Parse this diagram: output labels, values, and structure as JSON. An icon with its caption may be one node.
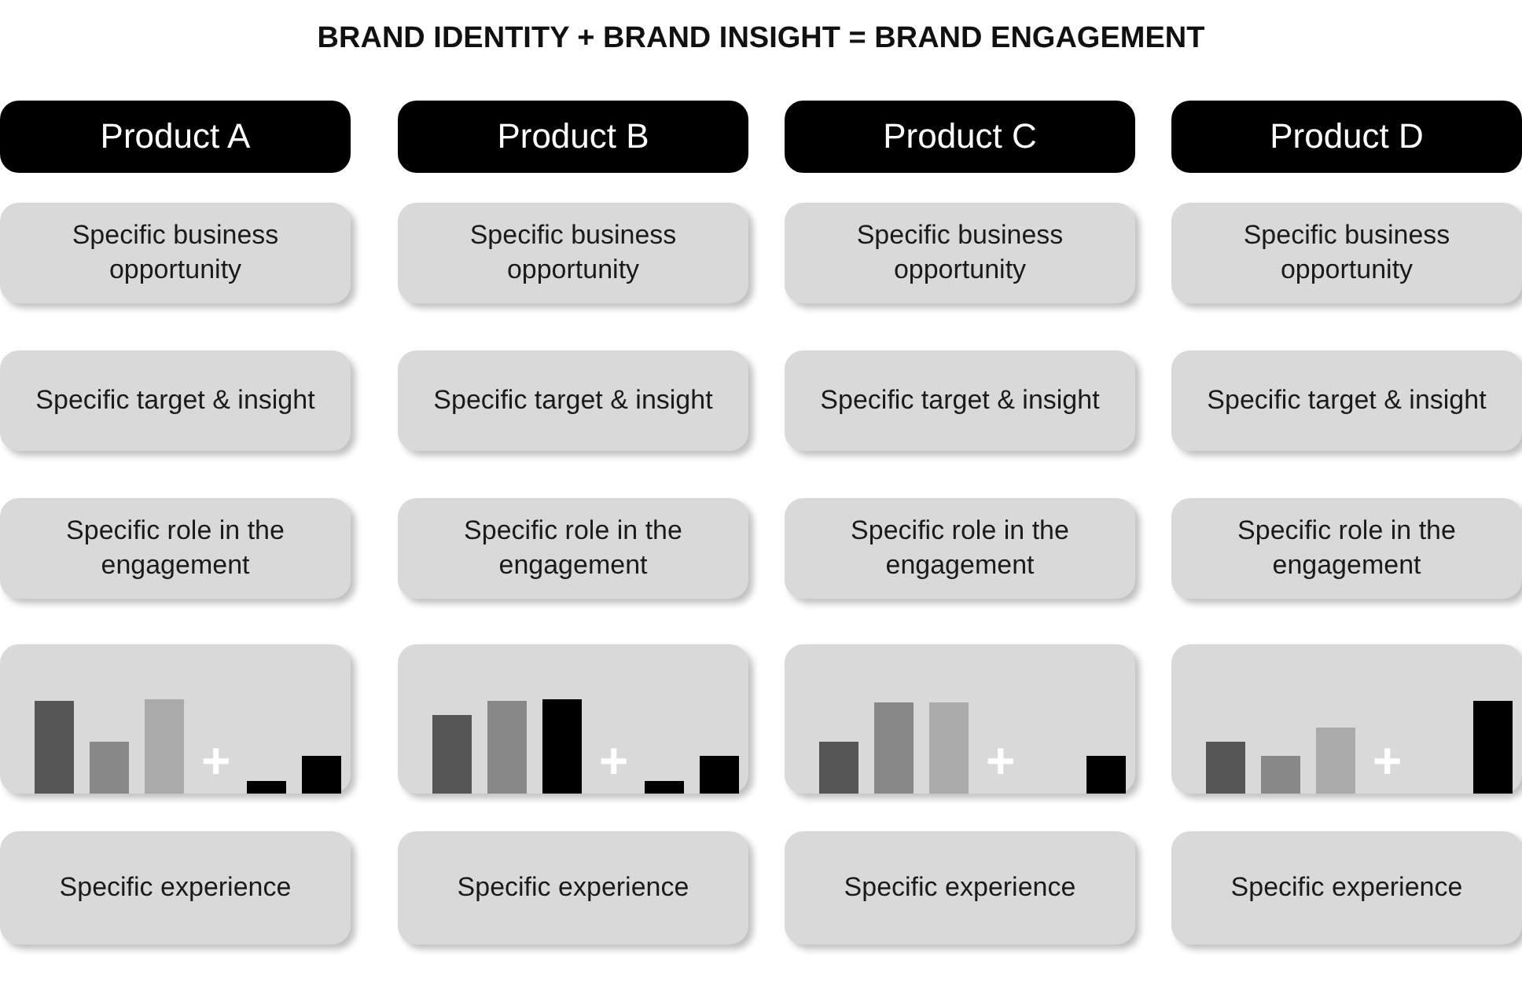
{
  "diagram": {
    "title": "BRAND IDENTITY + BRAND INSIGHT = BRAND ENGAGEMENT",
    "nodes": [
      {
        "text": [
          "Product A"
        ]
      },
      {
        "text": [
          "Product B"
        ]
      },
      {
        "text": [
          "Product C"
        ]
      },
      {
        "text": [
          "Product D"
        ]
      },
      {
        "text": [
          "Specific business opportunity"
        ]
      },
      {
        "text": [
          "Specific business opportunity"
        ]
      },
      {
        "text": [
          "Specific business opportunity"
        ]
      },
      {
        "text": [
          "Specific business opportunity"
        ]
      },
      {
        "text": [
          "Specific target & insight"
        ]
      },
      {
        "text": [
          "Specific target & insight"
        ]
      },
      {
        "text": [
          "Specific target & insight"
        ]
      },
      {
        "text": [
          "Specific target & insight"
        ]
      },
      {
        "text": [
          "Specific role in the engagement"
        ]
      },
      {
        "text": [
          "Specific role in the engagement"
        ]
      },
      {
        "text": [
          "Specific role in the engagement"
        ]
      },
      {
        "text": [
          "Specific role in the engagement"
        ]
      },
      {
        "text": [
          "+"
        ]
      },
      {
        "text": [
          "+"
        ]
      },
      {
        "text": [
          "+"
        ]
      },
      {
        "text": [
          "+"
        ]
      },
      {
        "text": [
          "Specific experience"
        ]
      },
      {
        "text": [
          "Specific experience"
        ]
      },
      {
        "text": [
          "Specific experience"
        ]
      },
      {
        "text": [
          "Specific experience"
        ]
      }
    ],
    "edges": []
  }
}
